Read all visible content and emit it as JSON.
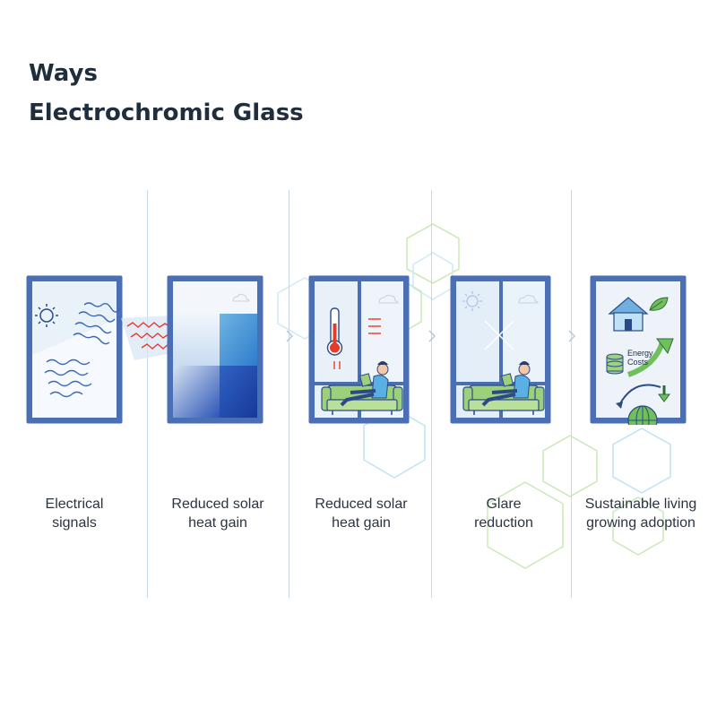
{
  "title": {
    "line1": "Ways",
    "line2": "Electrochromic Glass"
  },
  "steps": [
    {
      "icon": "window-sun-waves-icon",
      "caption_line1": "Electrical",
      "caption_line2": "signals"
    },
    {
      "icon": "tinted-window-icon",
      "caption_line1": "Reduced solar",
      "caption_line2": "heat gain"
    },
    {
      "icon": "window-thermometer-person-icon",
      "caption_line1": "Reduced solar",
      "caption_line2": "heat gain"
    },
    {
      "icon": "window-glare-person-icon",
      "caption_line1": "Glare",
      "caption_line2": "reduction"
    },
    {
      "icon": "window-sustainability-icon",
      "caption_line1": "Sustainable living",
      "caption_line2": "growing adoption"
    }
  ],
  "energy_label": {
    "line1": "Energy",
    "line2": "Costs"
  },
  "colors": {
    "frame": "#4a6fb5",
    "glass": "#e6eff8",
    "tint_dark": "#1e46a8",
    "tint_light": "#5aa8de",
    "sofa": "#9cd07a",
    "heat_red": "#e53b2c",
    "hex_blue": "#bfe3f2",
    "hex_green": "#c9e8b8",
    "title": "#1f2d3d"
  }
}
